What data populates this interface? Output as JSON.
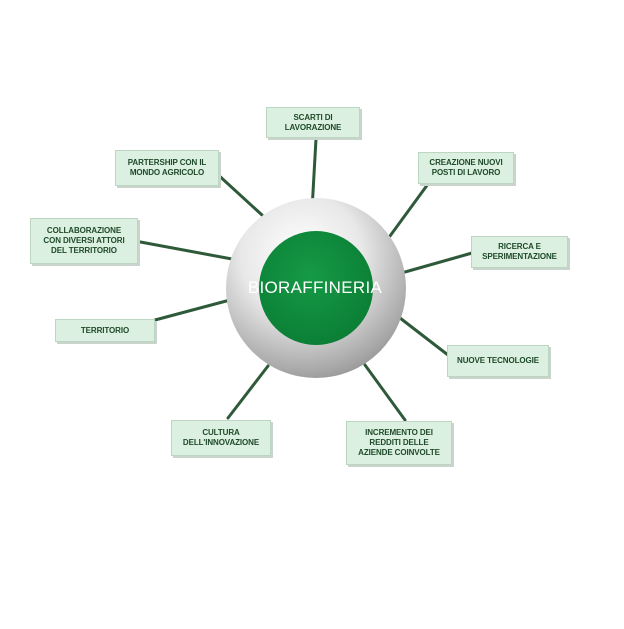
{
  "center": {
    "label": "BIORAFFINERIA"
  },
  "colors": {
    "connector": "#2e5a3a",
    "node_fill": "#dcf0e1",
    "center_green": "#0e8a3c",
    "ring_gray": "#bdbdbd"
  },
  "nodes": [
    {
      "id": "scarti",
      "text": "SCARTI DI\nLAVORAZIONE"
    },
    {
      "id": "creazione",
      "text": "CREAZIONE NUOVI\nPOSTI DI LAVORO"
    },
    {
      "id": "ricerca",
      "text": "RICERCA E\nSPERIMENTAZIONE"
    },
    {
      "id": "tecnologie",
      "text": "NUOVE TECNOLOGIE"
    },
    {
      "id": "incremento",
      "text": "INCREMENTO DEI\nREDDITI DELLE\nAZIENDE COINVOLTE"
    },
    {
      "id": "cultura",
      "text": "CULTURA\nDELL'INNOVAZIONE"
    },
    {
      "id": "territorio",
      "text": "TERRITORIO"
    },
    {
      "id": "collaborazione",
      "text": "COLLABORAZIONE\nCON DIVERSI ATTORI\nDEL TERRITORIO"
    },
    {
      "id": "partership",
      "text": "PARTERSHIP CON IL\nMONDO AGRICOLO"
    }
  ]
}
